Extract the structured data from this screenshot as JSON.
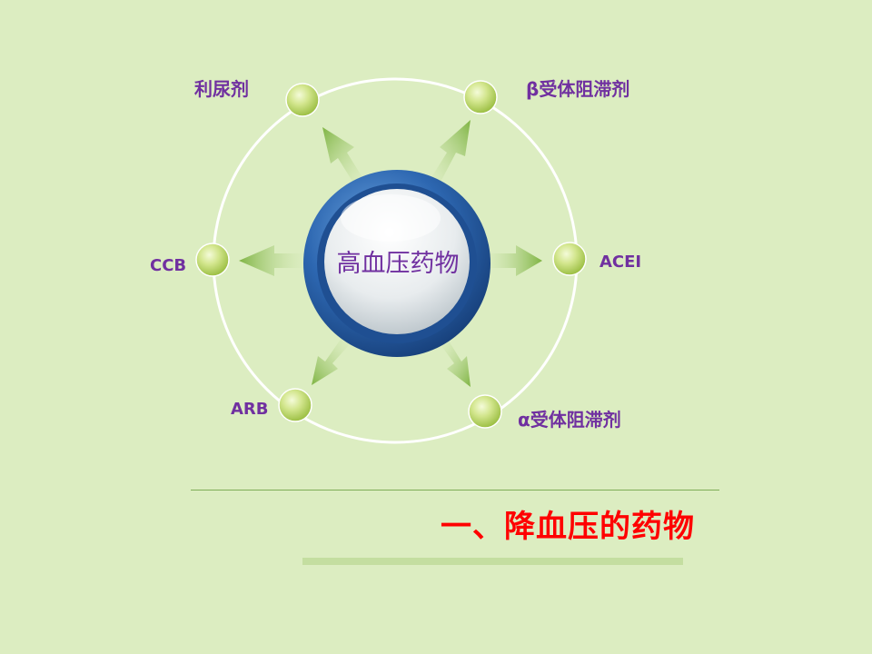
{
  "diagram": {
    "center_label": "高血压药物",
    "nodes": [
      {
        "id": "diuretic",
        "label": "利尿剂"
      },
      {
        "id": "beta-blocker",
        "label": "β受体阻滞剂"
      },
      {
        "id": "acei",
        "label": "ACEI"
      },
      {
        "id": "alpha-blocker",
        "label": "α受体阻滞剂"
      },
      {
        "id": "arb",
        "label": "ARB"
      },
      {
        "id": "ccb",
        "label": "CCB"
      }
    ]
  },
  "title": "一、降血压的药物",
  "colors": {
    "background": "#dcedc1",
    "label": "#7030a0",
    "title": "#ff0000",
    "arrow": "#8cbf52",
    "ring_outer": "#2e5f9e",
    "node": "#c8dd7a"
  }
}
